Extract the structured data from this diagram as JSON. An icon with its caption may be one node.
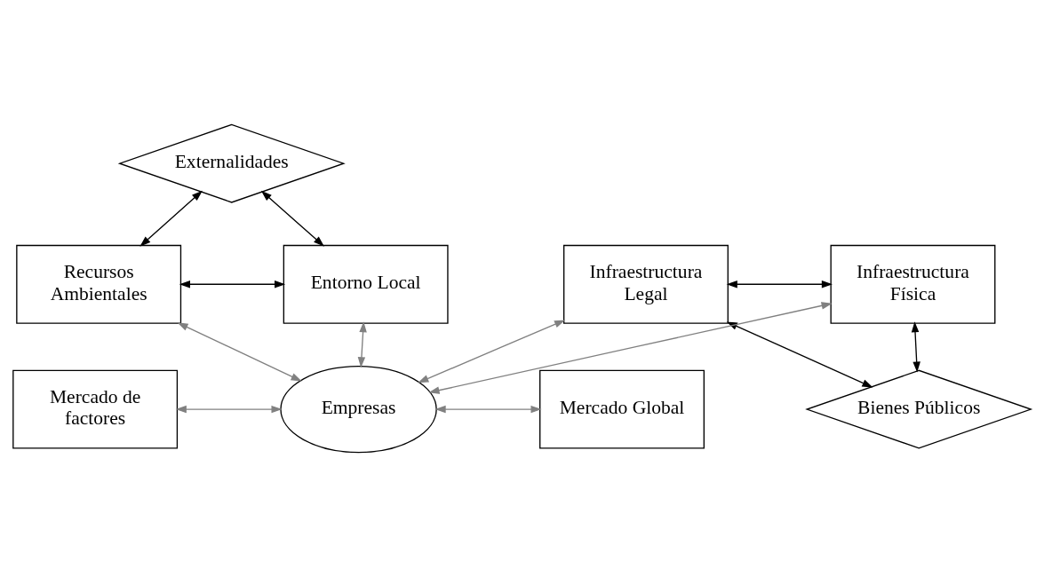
{
  "diagram": {
    "nodes": [
      {
        "text": [
          "Externalidades"
        ]
      },
      {
        "text": [
          "Recursos Ambientales"
        ]
      },
      {
        "text": [
          "Entorno Local"
        ]
      },
      {
        "text": [
          "Mercado de factores"
        ]
      },
      {
        "text": [
          "Empresas"
        ]
      },
      {
        "text": [
          "Mercado Global"
        ]
      },
      {
        "text": [
          "Infraestructura Legal"
        ]
      },
      {
        "text": [
          "Infraestructura Física"
        ]
      },
      {
        "text": [
          "Bienes Públicos"
        ]
      }
    ],
    "edges": [
      {
        "from": 0,
        "to": 1,
        "arrow": "both"
      },
      {
        "from": 0,
        "to": 2,
        "arrow": "both"
      },
      {
        "from": 1,
        "to": 2,
        "arrow": "both"
      },
      {
        "from": 1,
        "to": 4,
        "arrow": "both",
        "color": "#808080"
      },
      {
        "from": 2,
        "to": 4,
        "arrow": "both",
        "color": "#808080"
      },
      {
        "from": 3,
        "to": 4,
        "arrow": "both",
        "color": "#808080"
      },
      {
        "from": 4,
        "to": 5,
        "arrow": "both",
        "color": "#808080"
      },
      {
        "from": 6,
        "to": 4,
        "arrow": "both",
        "color": "#808080"
      },
      {
        "from": 7,
        "to": 4,
        "arrow": "both",
        "color": "#808080"
      },
      {
        "from": 6,
        "to": 7,
        "arrow": "both"
      },
      {
        "from": 6,
        "to": 8,
        "arrow": "both"
      },
      {
        "from": 7,
        "to": 8,
        "arrow": "both"
      }
    ]
  }
}
